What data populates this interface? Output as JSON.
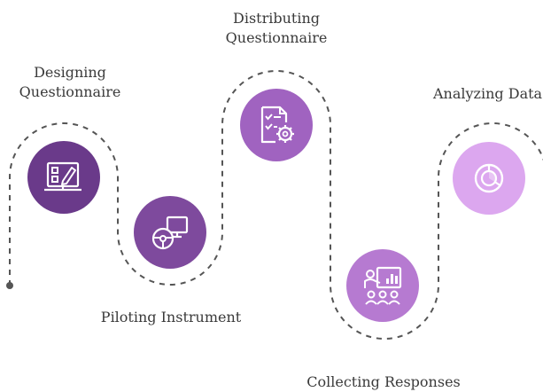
{
  "steps": [
    {
      "id": "designing",
      "label_lines": [
        "Designing",
        "Questionnaire"
      ],
      "icon": "design-board-pencil-icon",
      "color": "#6a3a8a"
    },
    {
      "id": "piloting",
      "label_lines": [
        "Piloting Instrument"
      ],
      "icon": "steering-wheel-monitor-icon",
      "color": "#7e4a9d"
    },
    {
      "id": "distributing",
      "label_lines": [
        "Distributing",
        "Questionnaire"
      ],
      "icon": "checklist-gear-icon",
      "color": "#a063c0"
    },
    {
      "id": "collecting",
      "label_lines": [
        "Collecting Responses"
      ],
      "icon": "presenter-audience-chart-icon",
      "color": "#b67ad1"
    },
    {
      "id": "analyzing",
      "label_lines": [
        "Analyzing Data"
      ],
      "icon": "pie-chart-icon",
      "color": "#dca7ef"
    }
  ],
  "colors": {
    "path": "#555555",
    "text": "#3a3a3a",
    "icon": "#ffffff"
  }
}
